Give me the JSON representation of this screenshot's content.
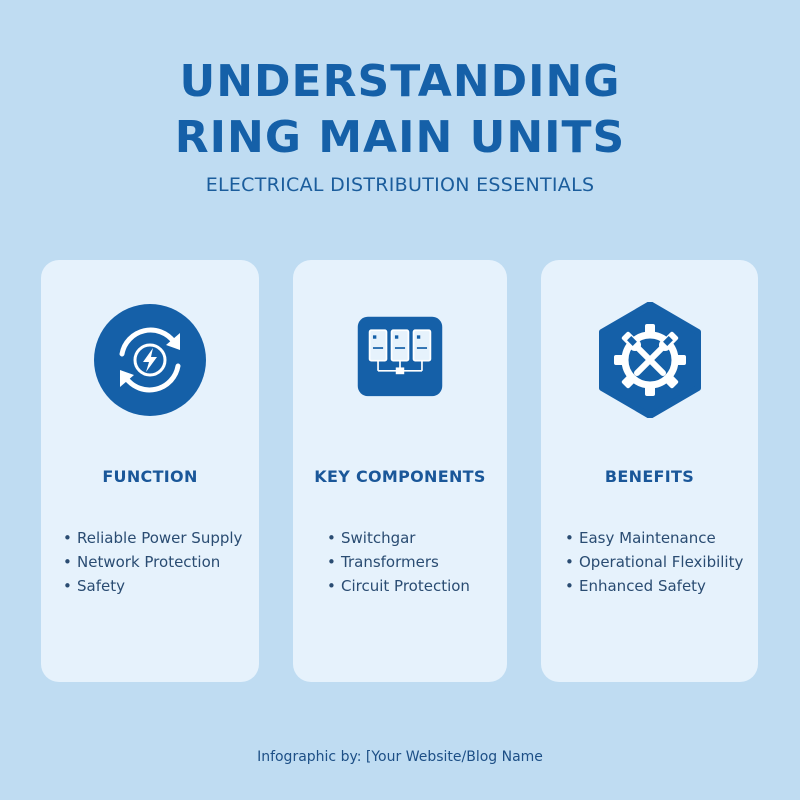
{
  "header": {
    "title_line1": "UNDERSTANDING",
    "title_line2": "RING MAIN UNITS",
    "subtitle": "ELECTRICAL DISTRIBUTION ESSENTIALS"
  },
  "colors": {
    "background": "#bfdcf2",
    "card": "#e6f2fc",
    "accent": "#1560a8",
    "text": "#2a4c72"
  },
  "cards": [
    {
      "icon": "cycle-lightning-icon",
      "title": "FUNCTION",
      "items": [
        "Reliable Power Supply",
        "Network Protection",
        "Safety"
      ]
    },
    {
      "icon": "switchgear-panels-icon",
      "title": "KEY COMPONENTS",
      "items": [
        "Switchgar",
        "Transformers",
        "Circuit Protection"
      ]
    },
    {
      "icon": "gear-wrench-icon",
      "title": "BENEFITS",
      "items": [
        "Easy Maintenance",
        "Operational Flexibility",
        "Enhanced Safety"
      ]
    }
  ],
  "footer": {
    "text": "Infographic by: [Your Website/Blog Name"
  }
}
